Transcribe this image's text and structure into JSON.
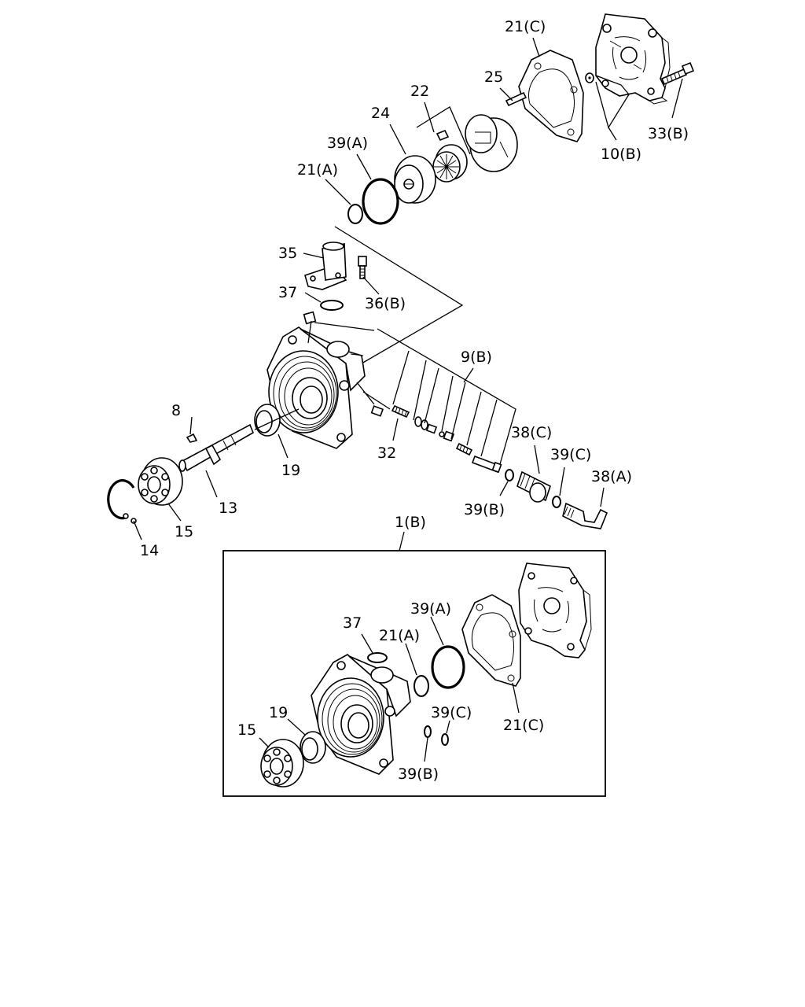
{
  "diagram": {
    "main_labels": {
      "l21C": "21(C)",
      "l25": "25",
      "l22": "22",
      "l24": "24",
      "l39A": "39(A)",
      "l21A": "21(A)",
      "l33B": "33(B)",
      "l10B": "10(B)",
      "l35": "35",
      "l37": "37",
      "l36B": "36(B)",
      "l9B": "9(B)",
      "l8": "8",
      "l38C": "38(C)",
      "l39C": "39(C)",
      "l38A": "38(A)",
      "l32": "32",
      "l19": "19",
      "l13": "13",
      "l39B": "39(B)",
      "l15": "15",
      "l14": "14",
      "l1B": "1(B)"
    },
    "kit_labels": {
      "k37": "37",
      "k39A": "39(A)",
      "k21A": "21(A)",
      "k19": "19",
      "k15": "15",
      "k39C": "39(C)",
      "k21C": "21(C)",
      "k39B": "39(B)"
    }
  }
}
